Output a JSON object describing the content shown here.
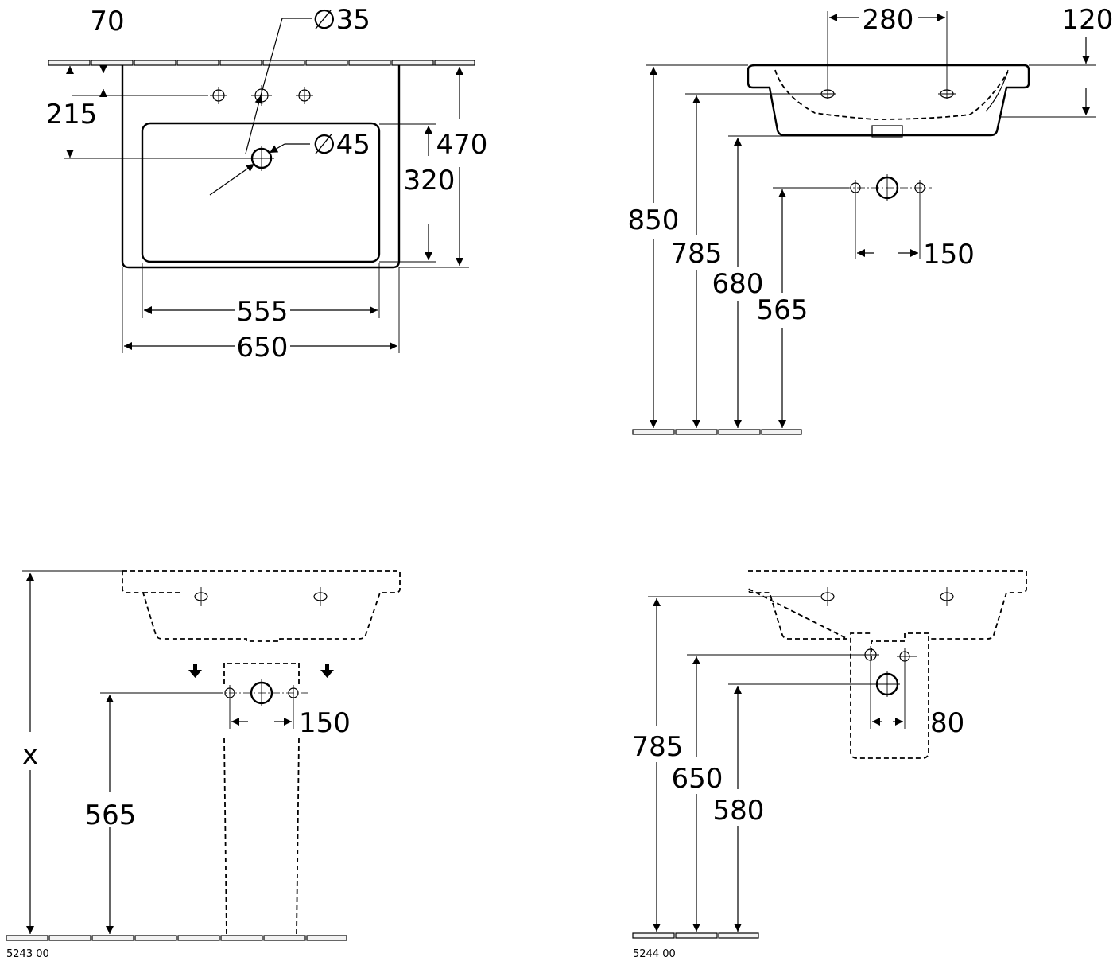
{
  "top_view": {
    "dim_70": "70",
    "dim_dia35": "∅35",
    "dim_215": "215",
    "dim_dia45": "∅45",
    "dim_470": "470",
    "dim_320": "320",
    "dim_555": "555",
    "dim_650": "650"
  },
  "side_view": {
    "dim_280": "280",
    "dim_120": "120",
    "dim_850": "850",
    "dim_785": "785",
    "dim_680": "680",
    "dim_565": "565",
    "dim_150": "150"
  },
  "pedestal_view": {
    "dim_x": "x",
    "dim_565": "565",
    "dim_150": "150",
    "code": "5243 00"
  },
  "semipedestal_view": {
    "dim_785": "785",
    "dim_650": "650",
    "dim_580": "580",
    "dim_80": "80",
    "code": "5244 00"
  }
}
